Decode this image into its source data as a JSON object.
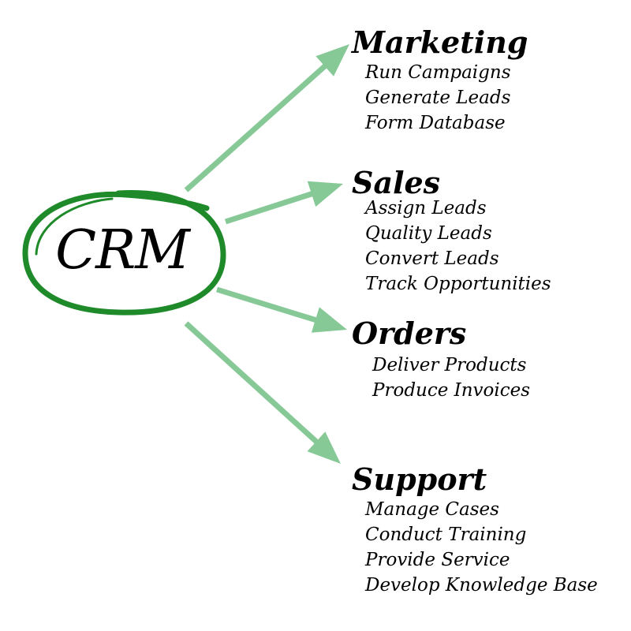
{
  "center": {
    "label": "CRM",
    "ring_color": "#1f8a2a"
  },
  "arrow_color": "#86c996",
  "branches": [
    {
      "title": "Marketing",
      "items": [
        "Run Campaigns",
        "Generate Leads",
        "Form Database"
      ]
    },
    {
      "title": "Sales",
      "items": [
        "Assign Leads",
        "Quality Leads",
        "Convert Leads",
        "Track Opportunities"
      ]
    },
    {
      "title": "Orders",
      "items": [
        "Deliver Products",
        "Produce Invoices"
      ]
    },
    {
      "title": "Support",
      "items": [
        "Manage Cases",
        "Conduct Training",
        "Provide Service",
        "Develop Knowledge Base"
      ]
    }
  ]
}
